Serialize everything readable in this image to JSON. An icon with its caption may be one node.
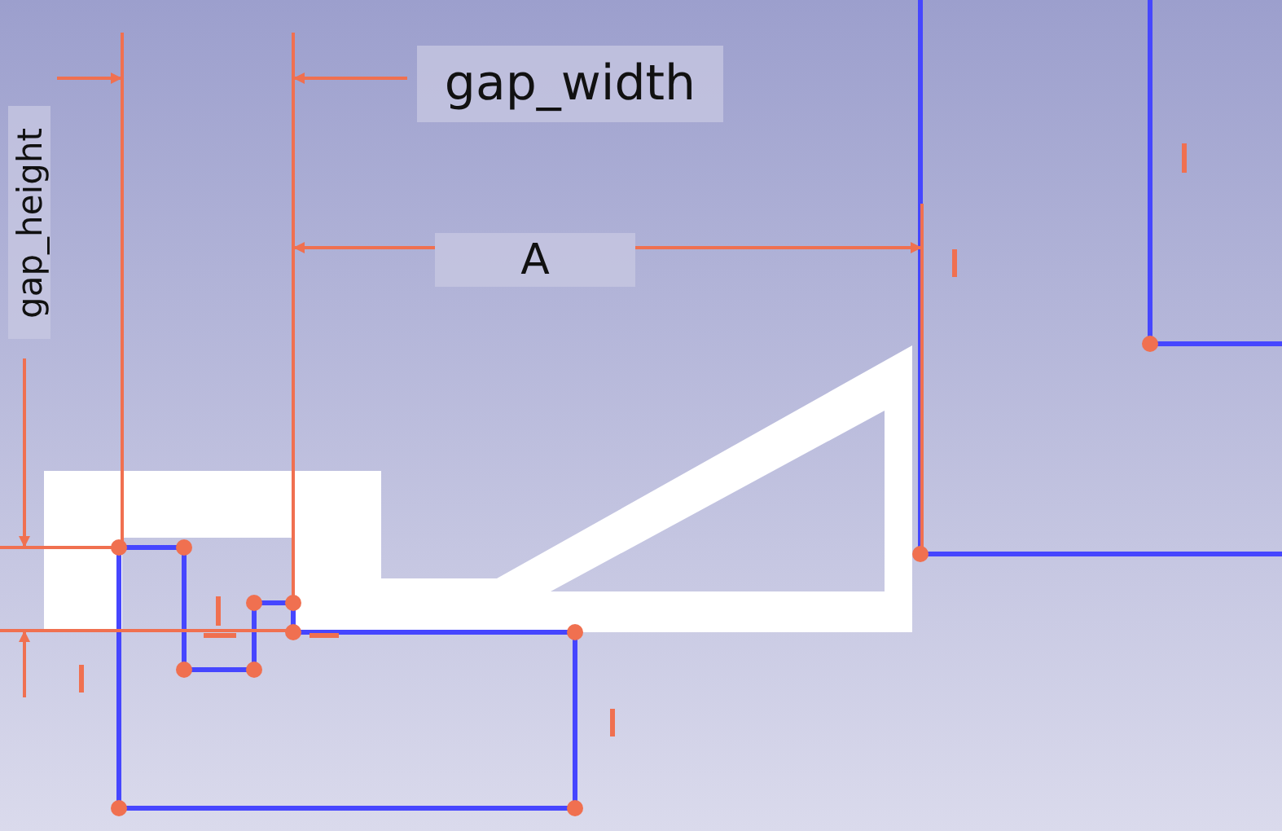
{
  "diagram": {
    "labels": [
      "gap_width",
      "gap_height",
      "A"
    ]
  }
}
